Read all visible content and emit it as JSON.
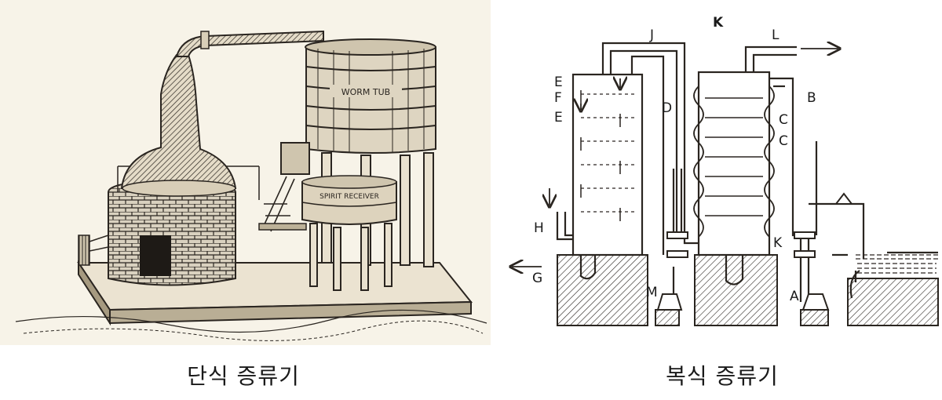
{
  "pot_still": {
    "caption": "단식 증류기",
    "tank_label": "WORM TUB",
    "receiver_label": "SPIRIT RECEIVER"
  },
  "column_still": {
    "caption": "복식 증류기",
    "letters": {
      "J": "J",
      "K_top": "K",
      "L": "L",
      "E1": "E",
      "F": "F",
      "E2": "E",
      "D": "D",
      "C1": "C",
      "C2": "C",
      "B": "B",
      "H": "H",
      "K_lower": "K",
      "G": "G",
      "M": "M",
      "A": "A"
    }
  },
  "colors": {
    "ink": "#2a2520",
    "paper": "#f7f3e8"
  }
}
